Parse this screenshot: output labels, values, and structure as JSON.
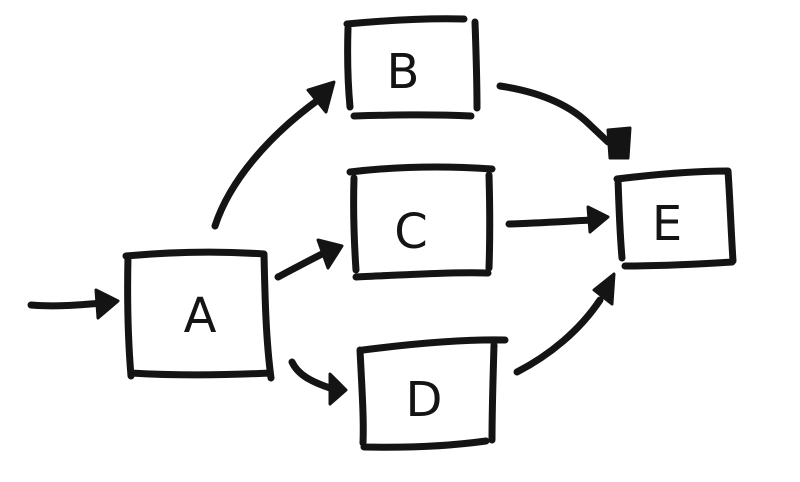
{
  "diagram": {
    "type": "flow",
    "style": "hand-drawn",
    "stroke_color": "#141414",
    "background": "#ffffff",
    "nodes": [
      {
        "id": "A",
        "label": "A"
      },
      {
        "id": "B",
        "label": "B"
      },
      {
        "id": "C",
        "label": "C"
      },
      {
        "id": "D",
        "label": "D"
      },
      {
        "id": "E",
        "label": "E"
      }
    ],
    "edges": [
      {
        "from": "input",
        "to": "A"
      },
      {
        "from": "A",
        "to": "B"
      },
      {
        "from": "A",
        "to": "C"
      },
      {
        "from": "A",
        "to": "D"
      },
      {
        "from": "B",
        "to": "E"
      },
      {
        "from": "C",
        "to": "E"
      },
      {
        "from": "D",
        "to": "E"
      }
    ]
  }
}
